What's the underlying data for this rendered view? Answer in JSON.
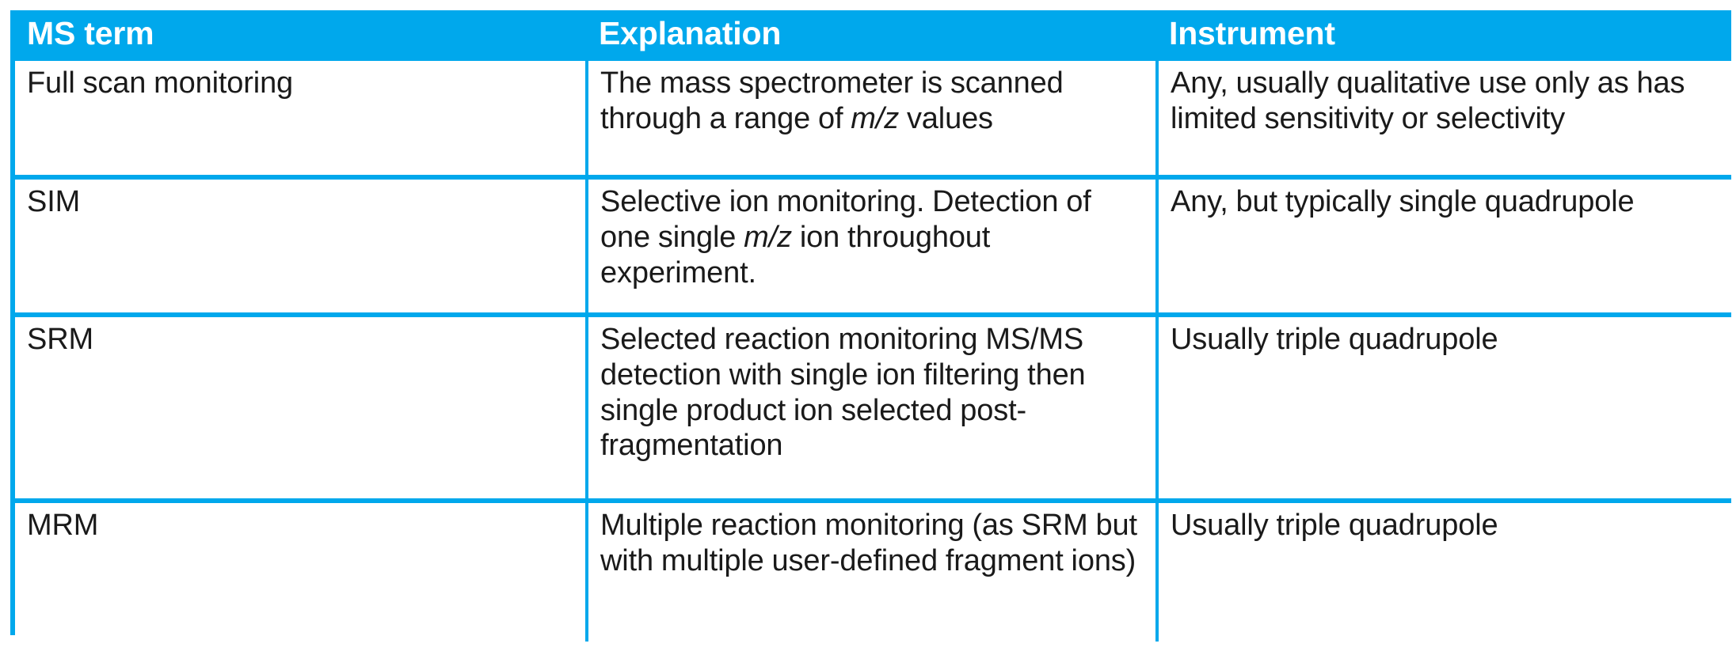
{
  "table": {
    "headers": [
      {
        "label": "MS term"
      },
      {
        "label": "Explanation"
      },
      {
        "label": "Instrument"
      }
    ],
    "header_background": "#00a8ec",
    "header_text_color": "#ffffff",
    "border_color": "#00a8ec",
    "body_text_color": "#1a1a1a",
    "rows": [
      {
        "term": "Full scan monitoring",
        "explanation_pre": "The mass spectrometer is scanned through a range of ",
        "explanation_italic": "m/z",
        "explanation_post": " values",
        "explanation_plain": "The mass spectrometer is scanned through a range of m/z values",
        "instrument": "Any, usually qualitative use only as has limited sensitivity or selectivity"
      },
      {
        "term": "SIM",
        "explanation_pre": "Selective ion monitoring. Detection of one single ",
        "explanation_italic": "m/z",
        "explanation_post": " ion throughout experiment.",
        "explanation_plain": "Selective ion monitoring. Detection of one single m/z ion throughout experiment.",
        "instrument": "Any, but typically single quadrupole"
      },
      {
        "term": "SRM",
        "explanation_pre": "Selected reaction monitoring MS/MS detection with single ion filtering then single product ion selected post-fragmentation",
        "explanation_italic": "",
        "explanation_post": "",
        "explanation_plain": "Selected reaction monitoring MS/MS detection with single ion filtering then single product ion selected post-fragmentation",
        "instrument": "Usually triple quadrupole"
      },
      {
        "term": "MRM",
        "explanation_pre": "Multiple reaction monitoring (as SRM but with multiple user-defined fragment ions)",
        "explanation_italic": "",
        "explanation_post": "",
        "explanation_plain": "Multiple reaction monitoring (as SRM but with multiple user-defined fragment ions)",
        "instrument": "Usually triple quadrupole"
      }
    ]
  }
}
